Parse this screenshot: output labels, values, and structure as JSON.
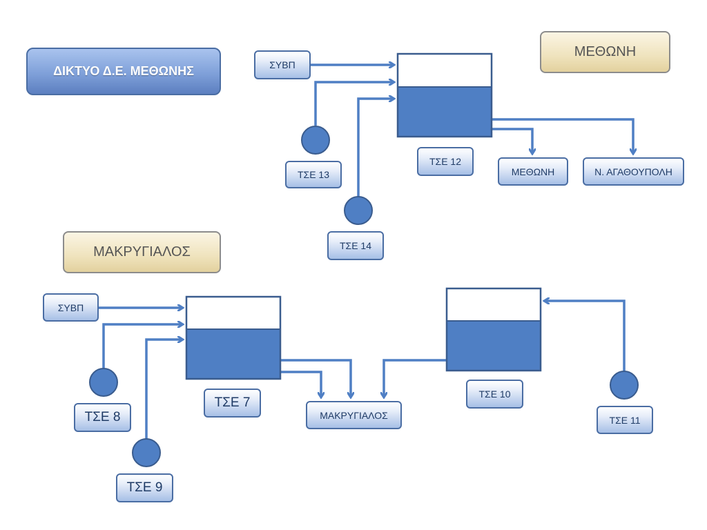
{
  "title": "ΔΙΚΤΥΟ Δ.Ε. ΜΕΘΩΝΗΣ",
  "regions": {
    "methoni": "ΜΕΘΩΝΗ",
    "makrygialos": "ΜΑΚΡΥΓΙΑΛΟΣ"
  },
  "methoni_network": {
    "source": "ΣΥΒΠ",
    "tank": "ΤΣΕ 12",
    "wells": [
      "ΤΣΕ 13",
      "ΤΣΕ 14"
    ],
    "outputs": [
      "ΜΕΘΩΝΗ",
      "Ν. ΑΓΑΘΟΥΠΟΛΗ"
    ]
  },
  "makrygialos_network": {
    "source": "ΣΥΒΠ",
    "tank_main": "ΤΣΕ 7",
    "tank_secondary": "ΤΣΕ 10",
    "wells": [
      "ΤΣΕ 8",
      "ΤΣΕ 9",
      "ΤΣΕ 11"
    ],
    "output": "ΜΑΚΡΥΓΙΑΛΟΣ"
  },
  "colors": {
    "flow": "#4f7fc4",
    "tank_water": "#4f7fc4",
    "tank_outline": "#3a5c8e",
    "well": "#4f7fc4"
  }
}
